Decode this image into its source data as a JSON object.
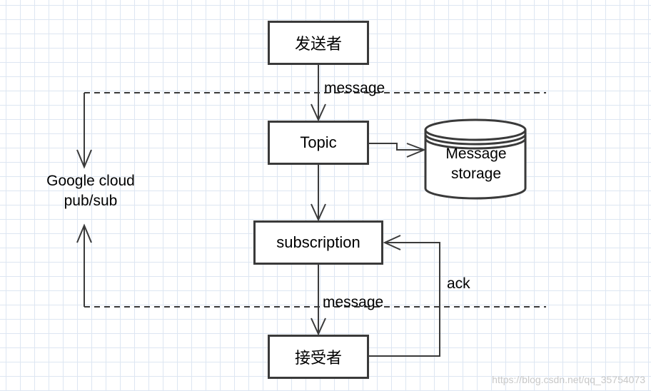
{
  "nodes": {
    "sender": "发送者",
    "topic": "Topic",
    "subscription": "subscription",
    "receiver": "接受者"
  },
  "storage": {
    "line1": "Message",
    "line2": "storage"
  },
  "edges": {
    "message_top": "message",
    "message_bottom": "message",
    "ack": "ack"
  },
  "boundary": {
    "line1": "Google cloud",
    "line2": "pub/sub"
  },
  "watermark": "https://blog.csdn.net/qq_35754073",
  "colors": {
    "stroke": "#3a3a3a",
    "grid": "#dde6f2",
    "background": "#ffffff"
  }
}
